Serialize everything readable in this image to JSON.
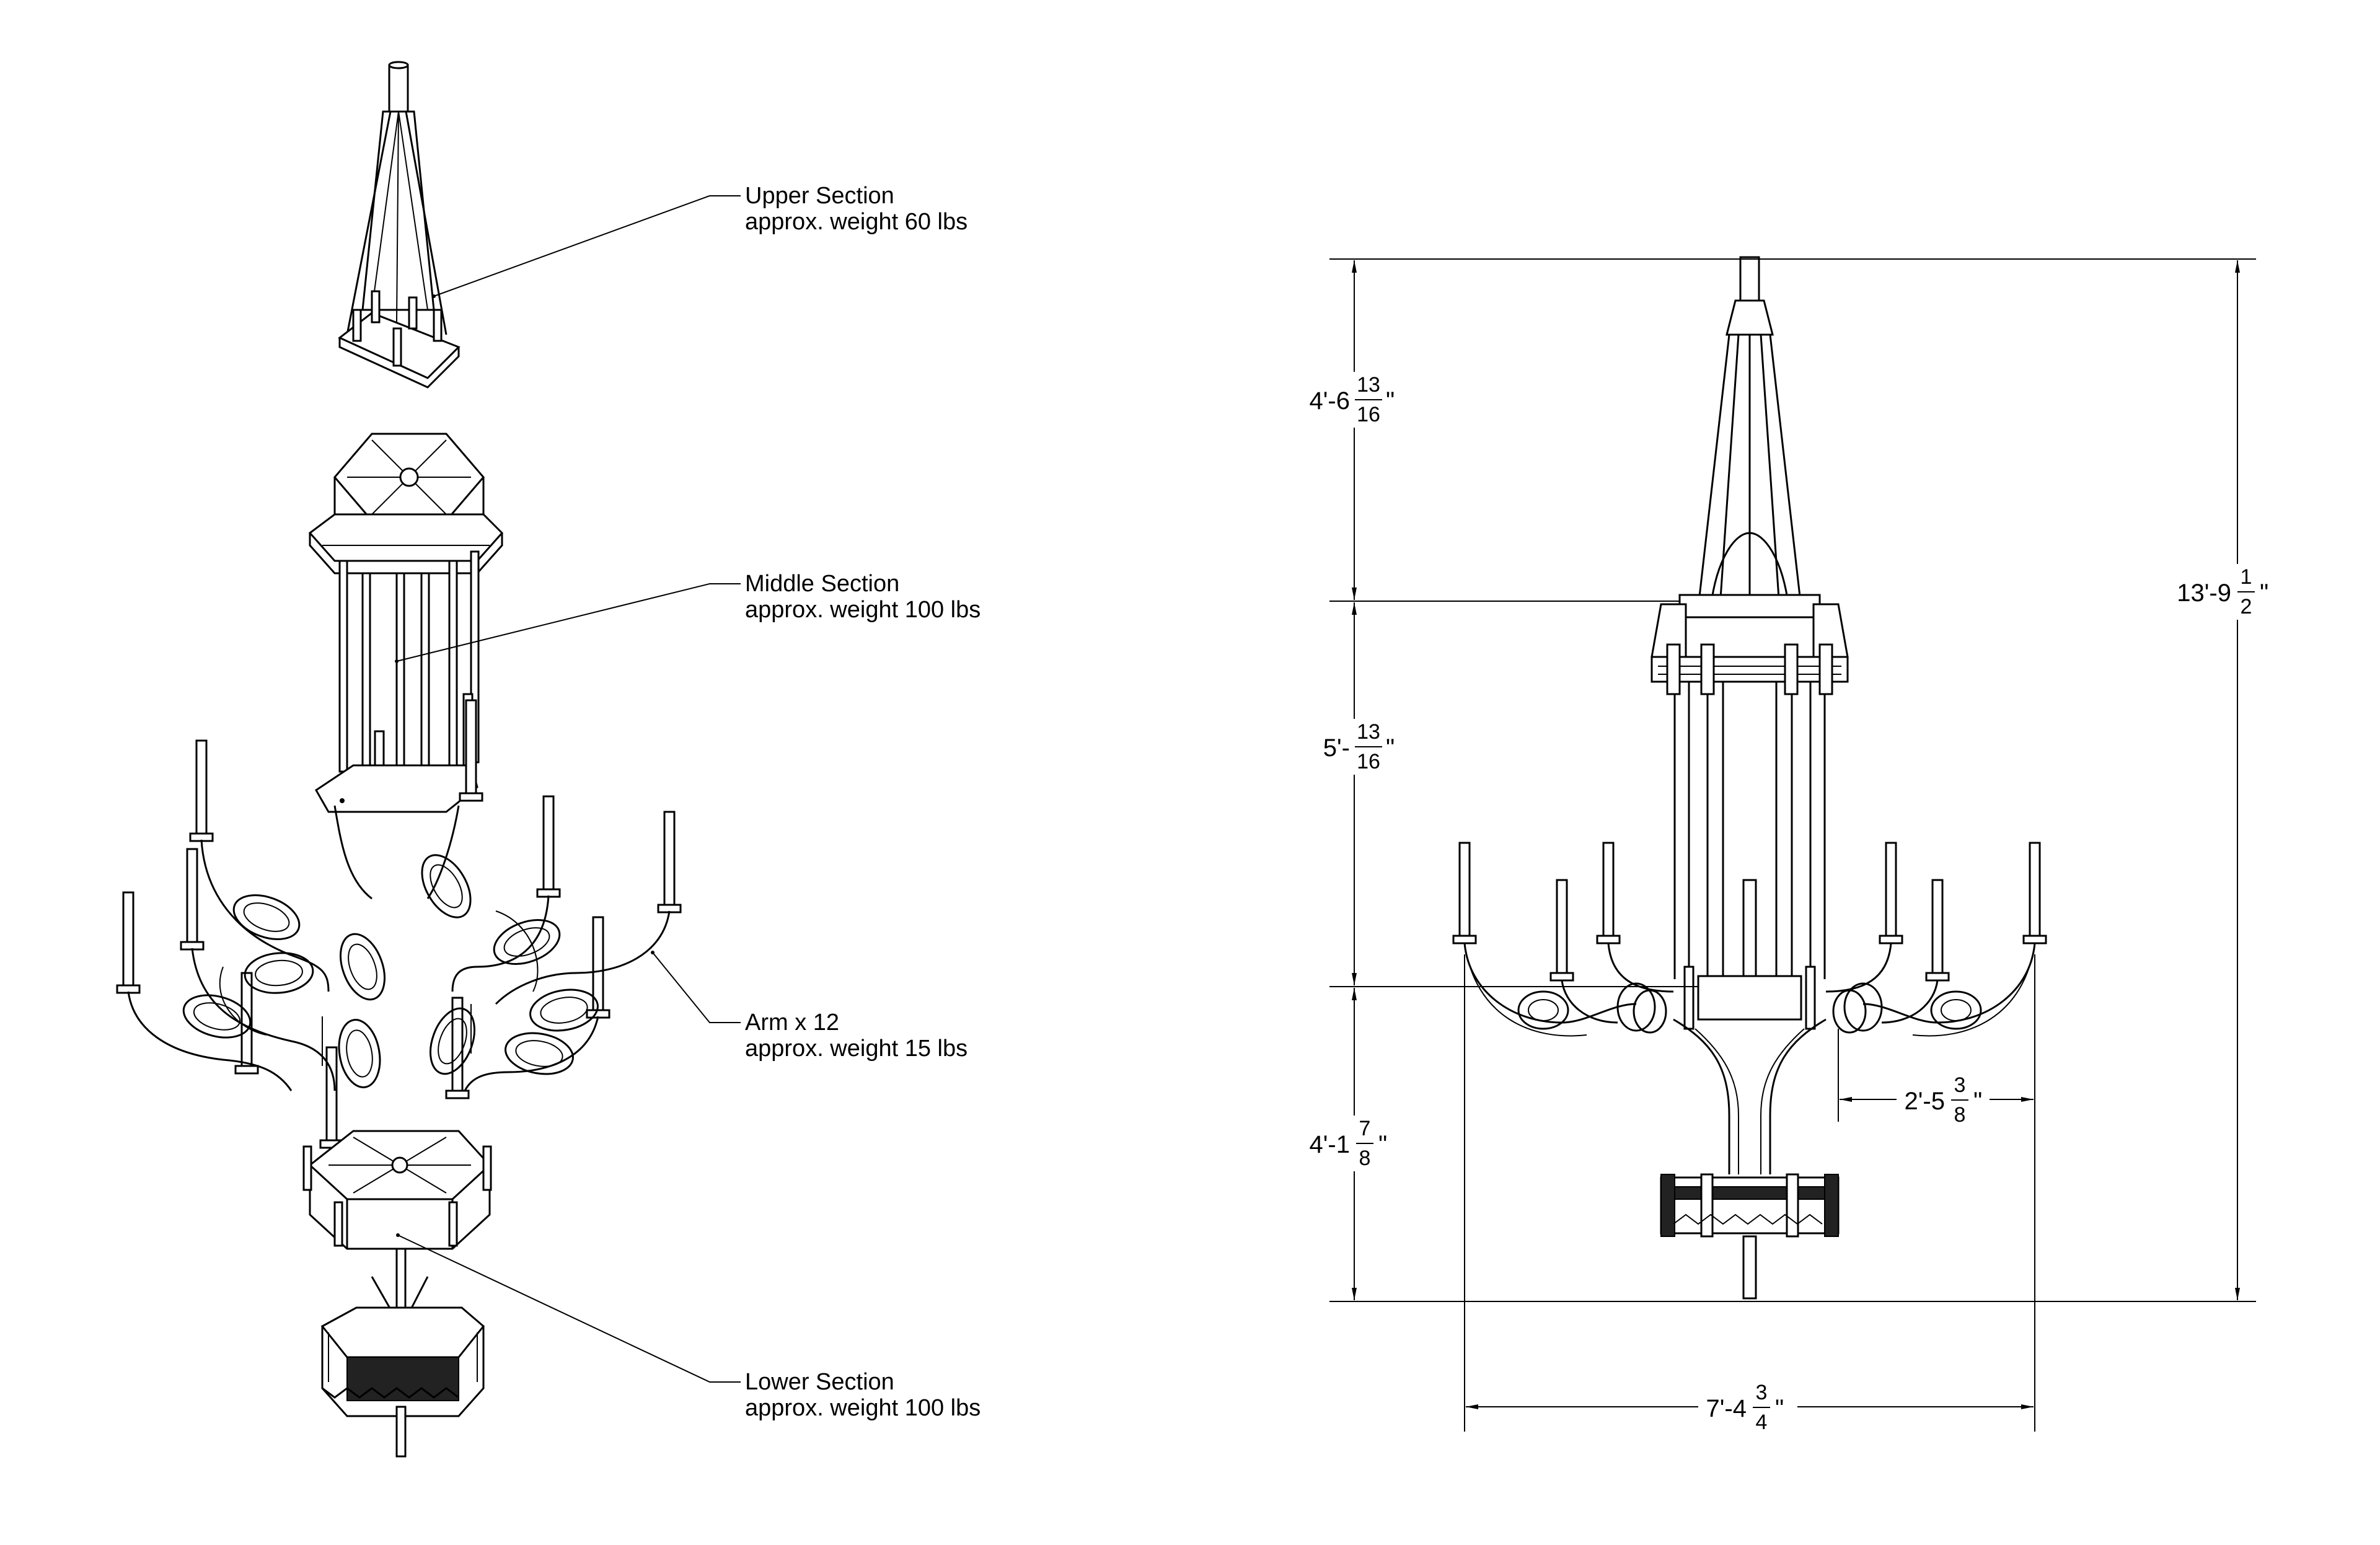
{
  "callouts": {
    "upper": {
      "name": "Upper Section",
      "weight": "approx. weight 60 lbs"
    },
    "middle": {
      "name": "Middle Section",
      "weight": "approx. weight 100 lbs"
    },
    "arm": {
      "name": "Arm x 12",
      "weight": "approx. weight 15 lbs"
    },
    "lower": {
      "name": "Lower Section",
      "weight": "approx. weight 100 lbs"
    }
  },
  "dimensions": {
    "upper_height": {
      "whole": "4'-6",
      "num": "13",
      "den": "16",
      "mark": "\""
    },
    "middle_height": {
      "whole": "5'-",
      "num": "13",
      "den": "16",
      "mark": "\""
    },
    "lower_height": {
      "whole": "4'-1",
      "num": "7",
      "den": "8",
      "mark": "\""
    },
    "total_height": {
      "whole": "13'-9",
      "num": "1",
      "den": "2",
      "mark": "\""
    },
    "arm_reach": {
      "whole": "2'-5",
      "num": "3",
      "den": "8",
      "mark": "\""
    },
    "total_width": {
      "whole": "7'-4",
      "num": "3",
      "den": "4",
      "mark": "\""
    }
  }
}
